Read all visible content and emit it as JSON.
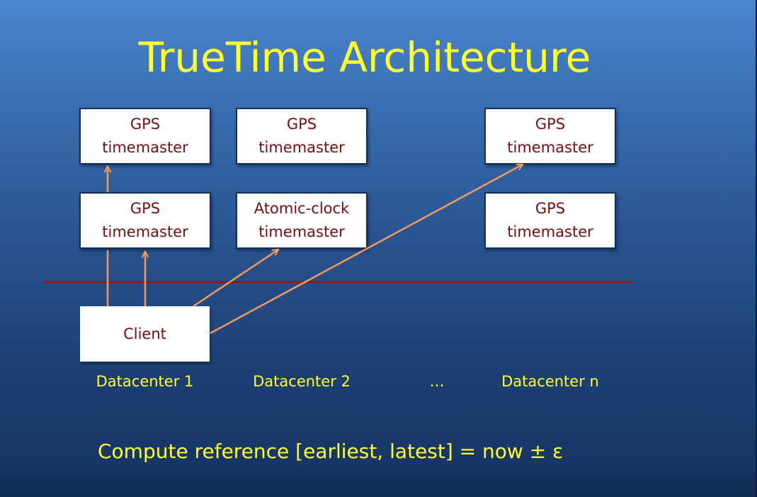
{
  "title": "TrueTime Architecture",
  "boxes": {
    "dc1_top": [
      "GPS",
      "timemaster"
    ],
    "dc2_top": [
      "GPS",
      "timemaster"
    ],
    "dcn_top": [
      "GPS",
      "timemaster"
    ],
    "dc1_mid": [
      "GPS",
      "timemaster"
    ],
    "dc2_mid": [
      "Atomic-clock",
      "timemaster"
    ],
    "dcn_mid": [
      "GPS",
      "timemaster"
    ],
    "client": "Client"
  },
  "datacenters": [
    "Datacenter 1",
    "Datacenter 2",
    "…",
    "Datacenter n"
  ],
  "formula": "Compute reference [earliest, latest] = now ± ε",
  "colors": {
    "title_text": "#ffff2e",
    "box_text": "#7a0d0d",
    "arrow": "#f39a5c",
    "divider": "#8b1a1a"
  }
}
